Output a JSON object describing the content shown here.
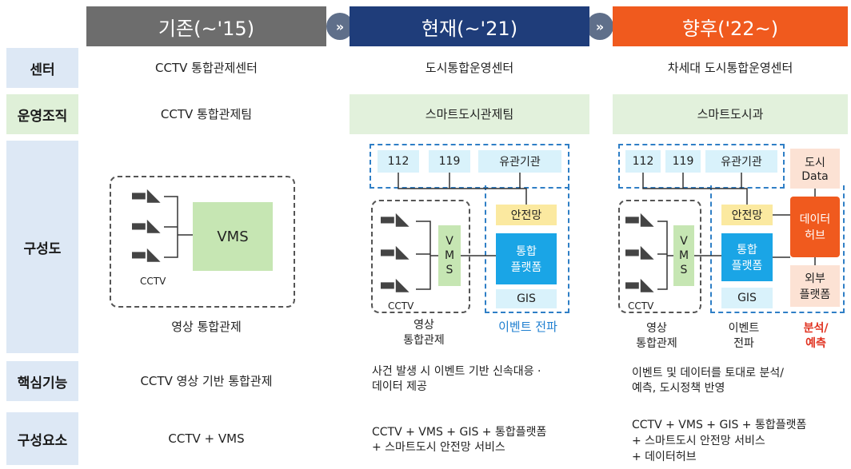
{
  "row_labels": {
    "center": "센터",
    "org": "운영조직",
    "composition": "구성도",
    "core": "핵심기능",
    "elements": "구성요소"
  },
  "columns": [
    {
      "header": "기존(~'15)",
      "header_color": "#7a7a7a",
      "center": "CCTV 통합관제센터",
      "org": "CCTV 통합관제팀",
      "core": "CCTV 영상 기반 통합관제",
      "elements": "CCTV + VMS",
      "diagram": {
        "vms": "VMS",
        "cctv": "CCTV",
        "caption": "영상 통합관제"
      }
    },
    {
      "header": "현재(~'21)",
      "header_color": "#1f3d7a",
      "center": "도시통합운영센터",
      "org": "스마트도시관제팀",
      "core_lines": [
        "사건 발생 시 이벤트 기반 신속대응 ·",
        "데이터 제공"
      ],
      "elements_lines": [
        "CCTV + VMS + GIS + 통합플랫폼",
        "+ 스마트도시 안전망 서비스"
      ],
      "diagram": {
        "top_boxes": [
          "112",
          "119",
          "유관기관"
        ],
        "safety": "안전망",
        "platform_lines": [
          "통합",
          "플랫폼"
        ],
        "gis": "GIS",
        "vms_letters": [
          "V",
          "M",
          "S"
        ],
        "cctv": "CCTV",
        "caption_lines": [
          "영상",
          "통합관제"
        ],
        "event": "이벤트 전파"
      }
    },
    {
      "header": "향후('22~)",
      "header_color": "#f05a1e",
      "center": "차세대 도시통합운영센터",
      "org": "스마트도시과",
      "core_lines": [
        "이벤트 및 데이터를 토대로 분석/",
        "예측, 도시정책 반영"
      ],
      "elements_lines": [
        "CCTV + VMS + GIS + 통합플랫폼",
        "+ 스마트도시 안전망 서비스",
        "+ 데이터허브"
      ],
      "diagram": {
        "top_boxes": [
          "112",
          "119",
          "유관기관"
        ],
        "city_data_lines": [
          "도시",
          "Data"
        ],
        "safety": "안전망",
        "platform_lines": [
          "통합",
          "플랫폼"
        ],
        "gis": "GIS",
        "hub_lines": [
          "데이터",
          "허브"
        ],
        "external_lines": [
          "외부",
          "플랫폼"
        ],
        "vms_letters": [
          "V",
          "M",
          "S"
        ],
        "cctv": "CCTV",
        "caption_lines": [
          "영상",
          "통합관제"
        ],
        "event_lines": [
          "이벤트",
          "전파"
        ],
        "analysis_lines": [
          "분석/",
          "예측"
        ]
      }
    }
  ],
  "arrow_icon": "»",
  "colors": {
    "accent_blue": "#1aa5e6",
    "accent_orange": "#f05a1e",
    "yellow": "#fbe9a0",
    "vms_green": "#c6e6b3"
  }
}
